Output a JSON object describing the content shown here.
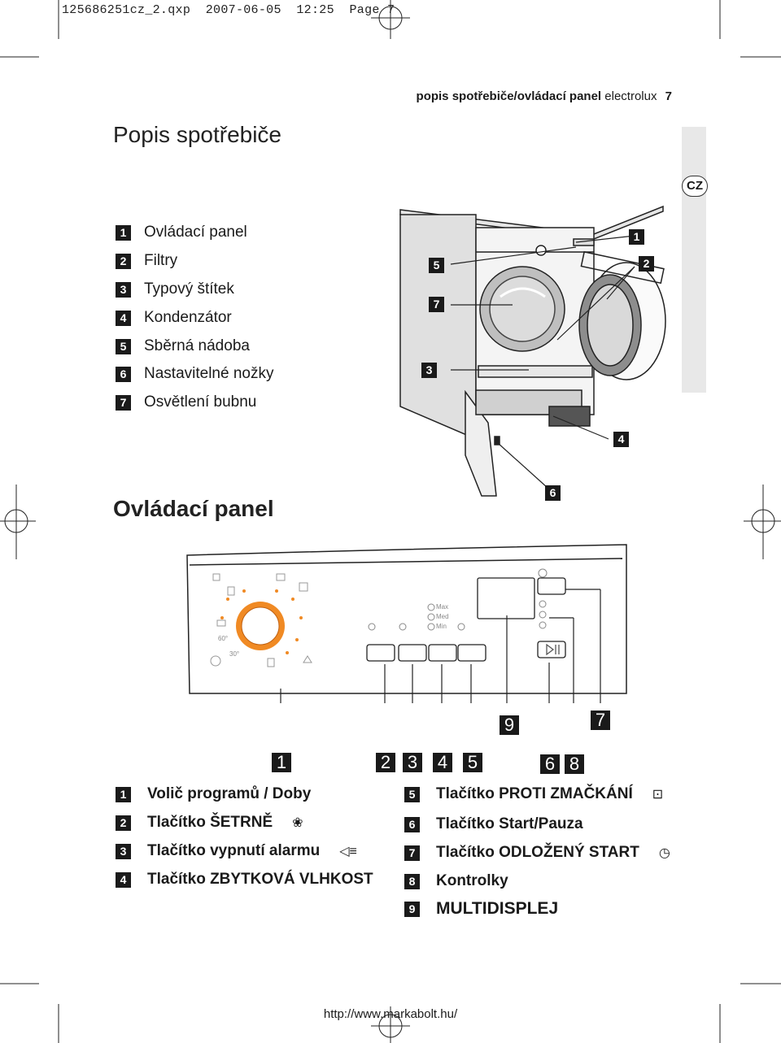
{
  "slug": {
    "file": "125686251cz_2.qxp",
    "date": "2007-06-05",
    "time": "12:25",
    "page": "Page 7"
  },
  "running_head": {
    "bold": "popis spotřebiče/ovládací panel",
    "brand": "electrolux",
    "page_no": "7"
  },
  "lang_tab": "CZ",
  "section1": {
    "title": "Popis spotřebiče",
    "items": [
      {
        "n": "1",
        "label": "Ovládací panel"
      },
      {
        "n": "2",
        "label": "Filtry"
      },
      {
        "n": "3",
        "label": "Typový štítek"
      },
      {
        "n": "4",
        "label": "Kondenzátor"
      },
      {
        "n": "5",
        "label": "Sběrná nádoba"
      },
      {
        "n": "6",
        "label": "Nastavitelné nožky"
      },
      {
        "n": "7",
        "label": "Osvětlení bubnu"
      }
    ],
    "callouts": [
      "1",
      "2",
      "5",
      "7",
      "3",
      "4",
      "6"
    ]
  },
  "section2": {
    "title": "Ovládací panel",
    "panel_labels": {
      "max": "Max",
      "med": "Med",
      "min": "Min",
      "t60": "60°",
      "t30": "30°"
    },
    "callouts": [
      "1",
      "2",
      "3",
      "4",
      "5",
      "6",
      "7",
      "8",
      "9"
    ],
    "legend_left": [
      {
        "n": "1",
        "label": "Volič programů / Doby",
        "icon": ""
      },
      {
        "n": "2",
        "label": "Tlačítko ŠETRNĚ",
        "icon": "flower-icon"
      },
      {
        "n": "3",
        "label": "Tlačítko vypnutí alarmu",
        "icon": "buzzer-off-icon"
      },
      {
        "n": "4",
        "label": "Tlačítko ZBYTKOVÁ VLHKOST",
        "icon": ""
      }
    ],
    "legend_right": [
      {
        "n": "5",
        "label": "Tlačítko PROTI ZMAČKÁNÍ",
        "icon": "anti-crease-icon"
      },
      {
        "n": "6",
        "label": "Tlačítko Start/Pauza",
        "icon": ""
      },
      {
        "n": "7",
        "label": "Tlačítko ODLOŽENÝ START",
        "icon": "clock-icon"
      },
      {
        "n": "8",
        "label": "Kontrolky",
        "icon": ""
      },
      {
        "n": "9",
        "label": "MULTIDISPLEJ",
        "icon": ""
      }
    ]
  },
  "footer_url": "http://www.markabolt.hu/"
}
